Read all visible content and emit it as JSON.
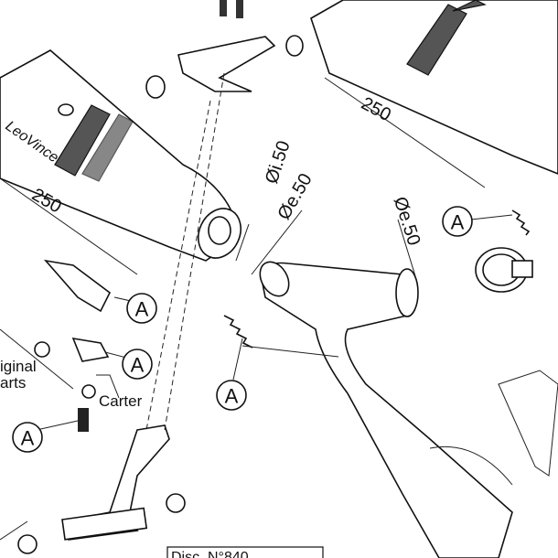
{
  "dimensions": {
    "length_left": "250",
    "length_right": "250",
    "inner_diameter": "Øi.50",
    "outer_diameter_1": "Øe.50",
    "outer_diameter_2": "Øe.50"
  },
  "callouts": [
    "A",
    "A",
    "A",
    "A",
    "A"
  ],
  "labels": {
    "original_parts_line1": "iginal",
    "original_parts_line2": "arts",
    "carter": "Carter",
    "drawing_number": "Disc. N°840 ..."
  },
  "brand_logo": "LeoVince"
}
